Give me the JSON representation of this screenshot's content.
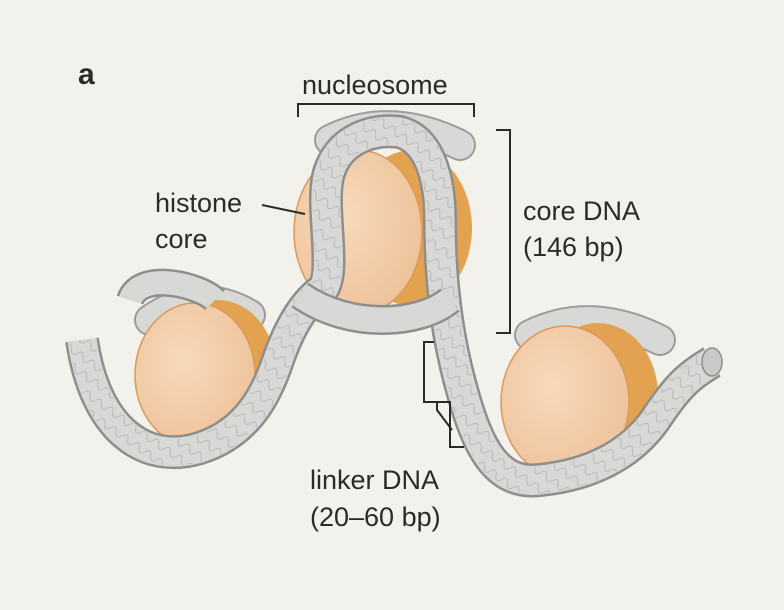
{
  "panel_label": "a",
  "labels": {
    "nucleosome": "nucleosome",
    "histone_core_line1": "histone",
    "histone_core_line2": "core",
    "core_dna_line1": "core DNA",
    "core_dna_line2": "(146 bp)",
    "linker_dna_line1": "linker DNA",
    "linker_dna_line2": "(20–60 bp)"
  },
  "colors": {
    "background": "#f3f1ec",
    "histone_fill": "#f2c9a0",
    "histone_edge": "#e2a24f",
    "dna_fill": "#d8d8d6",
    "dna_edge": "#9c9c9a",
    "text": "#2b2b2b"
  }
}
